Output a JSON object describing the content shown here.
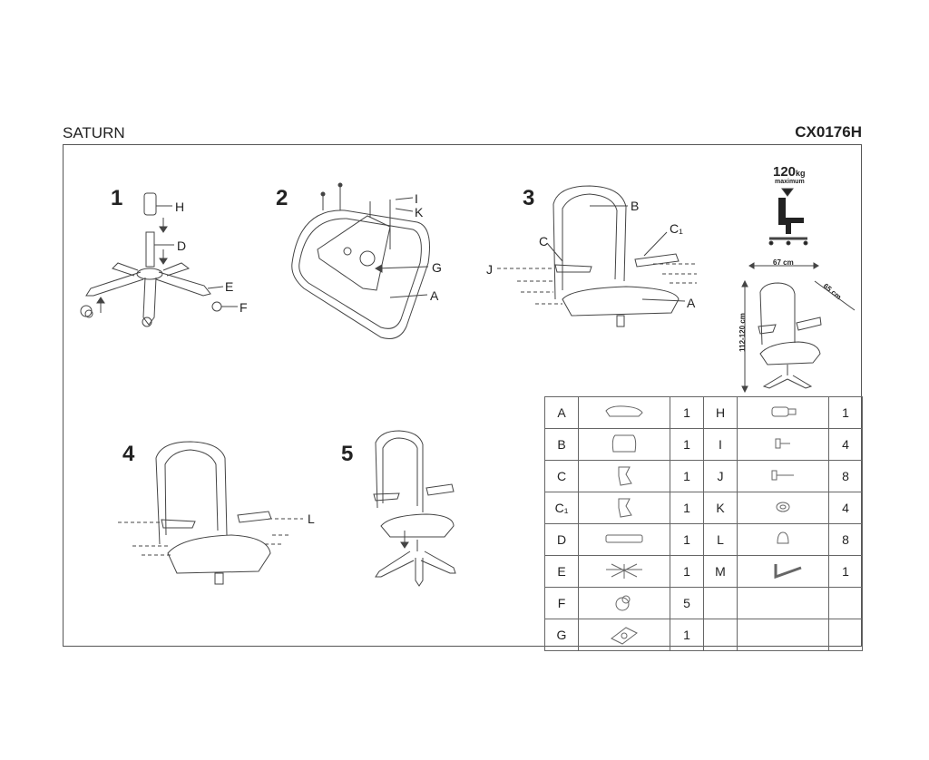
{
  "header": {
    "model": "SATURN",
    "code": "CX0176H"
  },
  "steps": [
    {
      "number": "1",
      "labels": [
        "H",
        "D",
        "E",
        "F"
      ]
    },
    {
      "number": "2",
      "labels": [
        "I",
        "K",
        "G",
        "A"
      ]
    },
    {
      "number": "3",
      "labels": [
        "B",
        "C",
        "C₁",
        "J",
        "A"
      ]
    },
    {
      "number": "4",
      "labels": [
        "L"
      ]
    },
    {
      "number": "5",
      "labels": []
    }
  ],
  "specs": {
    "capacity_value": "120",
    "capacity_unit": "kg",
    "capacity_note": "maximum",
    "width": "67 cm",
    "depth": "65 cm",
    "height": "112-120 cm"
  },
  "parts_left": [
    {
      "key": "A",
      "icon": "seat-icon",
      "qty": "1"
    },
    {
      "key": "B",
      "icon": "backrest-icon",
      "qty": "1"
    },
    {
      "key": "C",
      "icon": "armrest-bracket-icon",
      "qty": "1"
    },
    {
      "key": "C₁",
      "icon": "armrest-bracket-icon",
      "qty": "1"
    },
    {
      "key": "D",
      "icon": "gas-lift-icon",
      "qty": "1"
    },
    {
      "key": "E",
      "icon": "star-base-icon",
      "qty": "1"
    },
    {
      "key": "F",
      "icon": "caster-icon",
      "qty": "5"
    },
    {
      "key": "G",
      "icon": "mechanism-icon",
      "qty": "1"
    }
  ],
  "parts_right": [
    {
      "key": "H",
      "icon": "cover-icon",
      "qty": "1"
    },
    {
      "key": "I",
      "icon": "short-bolt-icon",
      "qty": "4"
    },
    {
      "key": "J",
      "icon": "long-bolt-icon",
      "qty": "8"
    },
    {
      "key": "K",
      "icon": "washer-icon",
      "qty": "4"
    },
    {
      "key": "L",
      "icon": "cap-icon",
      "qty": "8"
    },
    {
      "key": "M",
      "icon": "allen-key-icon",
      "qty": "1"
    },
    {
      "key": "",
      "icon": "",
      "qty": ""
    },
    {
      "key": "",
      "icon": "",
      "qty": ""
    }
  ]
}
